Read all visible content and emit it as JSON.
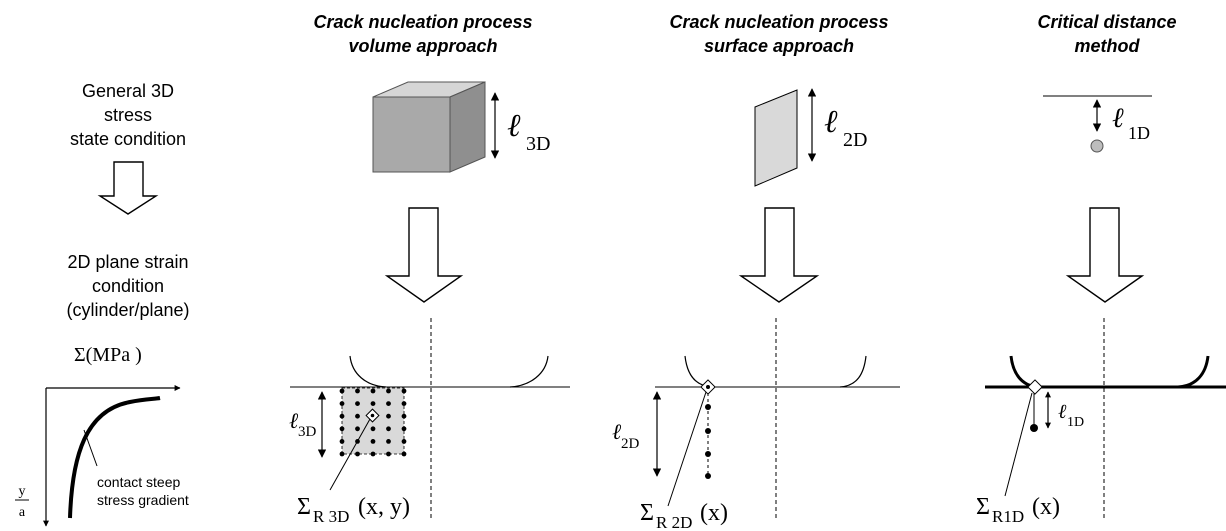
{
  "headers": {
    "volume_line1": "Crack nucleation process",
    "volume_line2": "volume approach",
    "surface_line1": "Crack nucleation process",
    "surface_line2": "surface approach",
    "critical_line1": "Critical distance",
    "critical_line2": "method"
  },
  "left_panel": {
    "stress_line1": "General 3D",
    "stress_line2": "stress",
    "stress_line3": "state condition",
    "plane_line1": "2D plane strain",
    "plane_line2": "condition",
    "plane_line3": "(cylinder/plane)",
    "graph_y_label": "Σ(MPa )",
    "graph_axis_num": "y",
    "graph_axis_den": "a",
    "graph_note_line1": "contact steep",
    "graph_note_line2": "stress gradient"
  },
  "symbols": {
    "ell": "ℓ",
    "sub_3d": "3D",
    "sub_2d": "2D",
    "sub_1d": "1D",
    "sigma_3d_base": "Σ",
    "sigma_3d_sub": "R 3D",
    "sigma_3d_arg": "(x, y)",
    "sigma_2d_base": "Σ",
    "sigma_2d_sub": "R 2D",
    "sigma_2d_arg": "(x)",
    "sigma_1d_base": "Σ",
    "sigma_1d_sub": "R1D",
    "sigma_1d_arg": "(x)"
  },
  "colors": {
    "cube_front": "#a9a9a9",
    "cube_top": "#d6d6d6",
    "cube_side": "#8f8f8f",
    "plane_fill": "#d9d9d9",
    "region_fill": "#d9d9d9",
    "point_fill": "#bdbdbd",
    "line": "#000000"
  }
}
